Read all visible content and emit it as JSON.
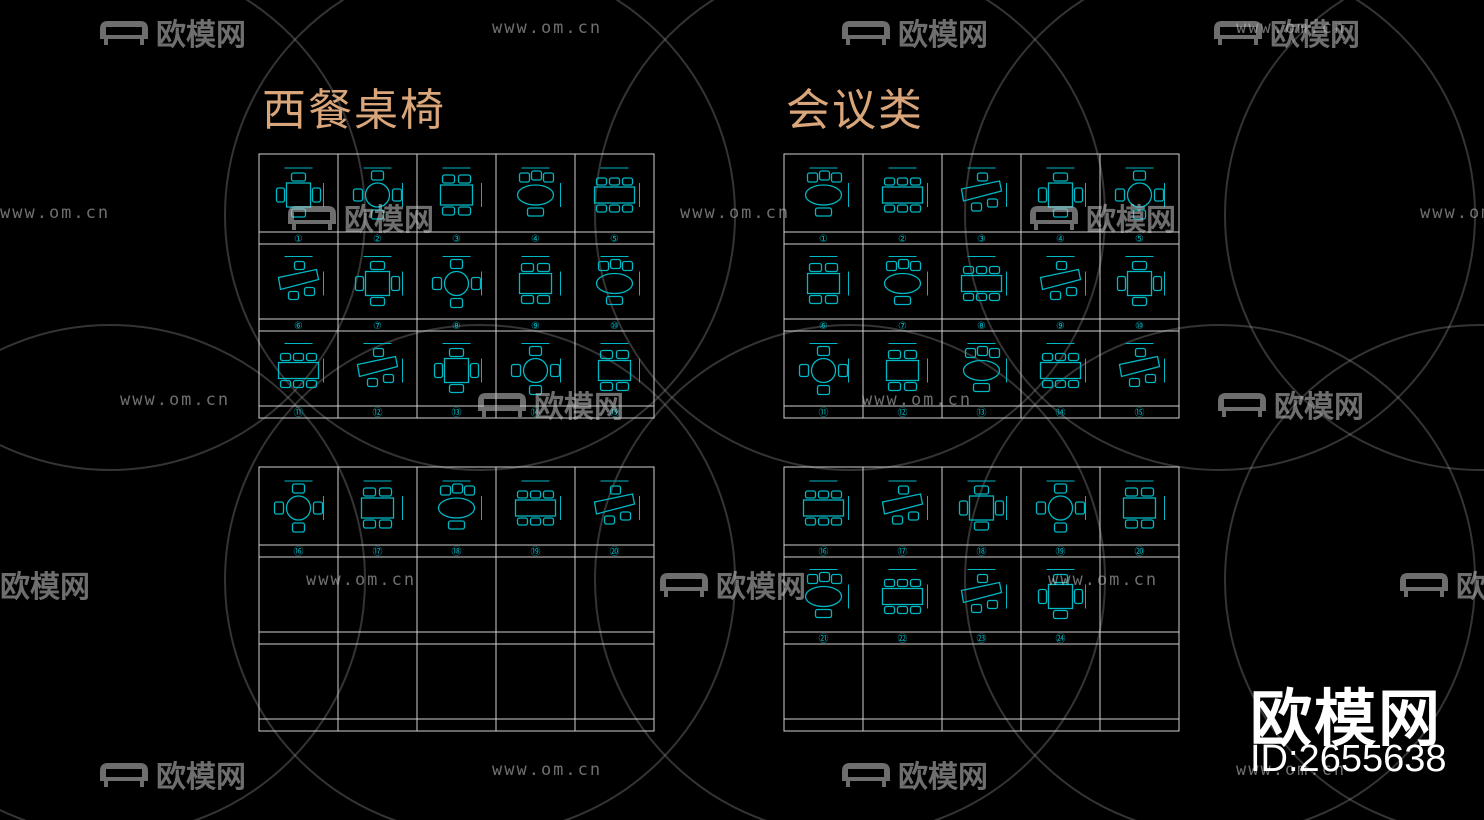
{
  "colors": {
    "background": "#000000",
    "line": "#cfcfcf",
    "symbol": "#00b7c4",
    "title": "#d9a57a",
    "watermark": "rgba(200,200,200,0.55)"
  },
  "sections": [
    {
      "title": "西餐桌椅",
      "panels": [
        {
          "cols": 5,
          "rows": 3,
          "labels": [
            "①",
            "②",
            "③",
            "④",
            "⑤",
            "⑥",
            "⑦",
            "⑧",
            "⑨",
            "⑩",
            "⑪",
            "⑫",
            "⑬",
            "⑭",
            "⑮"
          ]
        },
        {
          "cols": 5,
          "rows": 3,
          "labels": [
            "⑯",
            "⑰",
            "⑱",
            "⑲",
            "⑳"
          ]
        }
      ]
    },
    {
      "title": "会议类",
      "panels": [
        {
          "cols": 5,
          "rows": 3,
          "labels": [
            "①",
            "②",
            "③",
            "④",
            "⑤",
            "⑥",
            "⑦",
            "⑧",
            "⑨",
            "⑩",
            "⑪",
            "⑫",
            "⑬",
            "⑭",
            "⑮"
          ]
        },
        {
          "cols": 5,
          "rows": 3,
          "labels": [
            "⑯",
            "⑰",
            "⑱",
            "⑲",
            "⑳",
            "㉑",
            "㉒",
            "㉓",
            "㉔"
          ]
        }
      ]
    }
  ],
  "watermark": {
    "url": "www.om.cn",
    "logo_text": "欧模网"
  },
  "brand": {
    "name": "欧模网",
    "id": "ID:2655638"
  }
}
